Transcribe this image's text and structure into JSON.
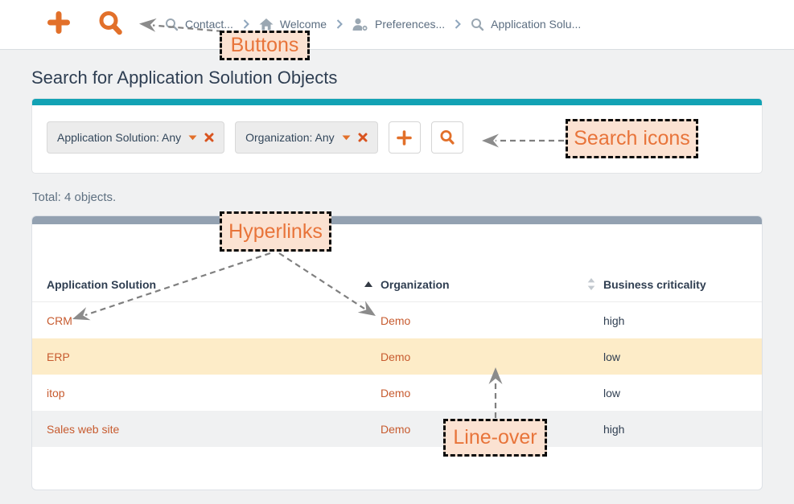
{
  "topbar": {
    "breadcrumb": [
      {
        "icon": "search-icon",
        "label": "Contact..."
      },
      {
        "icon": "home-icon",
        "label": "Welcome"
      },
      {
        "icon": "user-gear-icon",
        "label": "Preferences..."
      },
      {
        "icon": "search-icon",
        "label": "Application Solu..."
      }
    ]
  },
  "page": {
    "title": "Search for Application Solution Objects",
    "total": "Total: 4 objects."
  },
  "search_panel": {
    "filters": [
      {
        "label": "Application Solution: Any"
      },
      {
        "label": "Organization: Any"
      }
    ]
  },
  "table": {
    "columns": [
      {
        "label": "Application Solution",
        "sort_icon": "sort-asc-icon"
      },
      {
        "label": "Organization",
        "sort_icon": "sort-both-icon"
      },
      {
        "label": "Business criticality",
        "sort_icon": null
      }
    ],
    "rows": [
      {
        "application_solution": "CRM",
        "organization": "Demo",
        "business_criticality": "high",
        "state": "default"
      },
      {
        "application_solution": "ERP",
        "organization": "Demo",
        "business_criticality": "low",
        "state": "hover"
      },
      {
        "application_solution": "itop",
        "organization": "Demo",
        "business_criticality": "low",
        "state": "default"
      },
      {
        "application_solution": "Sales web site",
        "organization": "Demo",
        "business_criticality": "high",
        "state": "zebra"
      }
    ]
  },
  "annotations": {
    "buttons": "Buttons",
    "search_icons": "Search icons",
    "hyperlinks": "Hyperlinks",
    "line_over": "Line-over"
  },
  "colors": {
    "accent_orange": "#e2702a",
    "teal_bar": "#12a2b4",
    "panel_top_bar": "#93a1b1",
    "link": "#c75b2f",
    "row_hover_bg": "#fdecc8",
    "row_zebra_bg": "#f0f1f2",
    "annotation_bg": "#fbe2d2",
    "annotation_text": "#e8743a",
    "title_text": "#2e3e52",
    "breadcrumb_text": "#5b6d80"
  }
}
